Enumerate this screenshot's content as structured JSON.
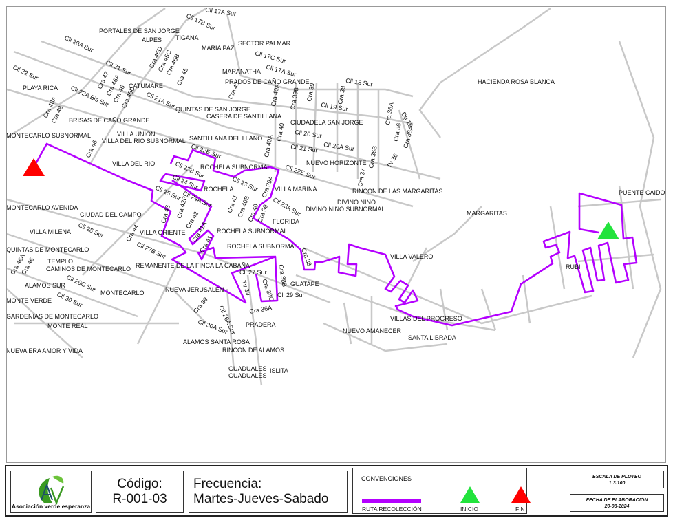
{
  "map": {
    "colors": {
      "route": "#b400ff",
      "start": "#22e33c",
      "end": "#ff0000",
      "streets": "#c8c8c8"
    },
    "neighborhoods": [
      "PORTALES DE SAN JORGE",
      "ALPES",
      "TIGANA",
      "MARIA PAZ",
      "SECTOR PALMAR",
      "MARANATHA",
      "PRADOS DE CAÑO GRANDE",
      "PLAYA RICA",
      "CATUMARE",
      "QUINTAS DE SAN JORGE",
      "CASERA DE SANTILLANA",
      "BRISAS DE CAÑO GRANDE",
      "CIUDADELA SAN JORGE",
      "MONTECARLO SUBNORMAL",
      "VILLA UNION",
      "VILLA DEL RIO SUBNORMAL",
      "SANTILLANA DEL LLANO",
      "NUEVO HORIZONTE",
      "VILLA DEL RIO",
      "ROCHELA SUBNORMAL",
      "ROCHELA",
      "VILLA MARINA",
      "RINCON DE LAS MARGARITAS",
      "DIVINO NIÑO",
      "DIVINO NIÑO SUBNORMAL",
      "MONTECARLO AVENIDA",
      "CIUDAD DEL CAMPO",
      "MARGARITAS",
      "PUENTE CAIDO",
      "FLORIDA",
      "VILLA MILENA",
      "ROCHELA SUBNORMAL",
      "VILLA ORIENTE",
      "QUINTAS DE MONTECARLO",
      "ROCHELA SUBNORMAL",
      "TEMPLO",
      "VILLA VALERO",
      "CAMINOS DE MONTECARLO",
      "REMANENTE DE LA FINCA LA CABAÑA",
      "RUBI",
      "ALAMOS SUR",
      "GUATAPE",
      "MONTECARLO",
      "NUEVA JERUSALEN",
      "MONTE VERDE",
      "GARDENIAS DE MONTECARLO",
      "VILLAS DEL PROGRESO",
      "MONTE REAL",
      "PRADERA",
      "NUEVO AMANECER",
      "SANTA LIBRADA",
      "ALAMOS SANTA ROSA",
      "RINCON DE ALAMOS",
      "NUEVA ERA AMOR Y VIDA",
      "GUADUALES",
      "ISLITA",
      "GUADUALES",
      "HACIENDA ROSA BLANCA"
    ],
    "streets": [
      "Cll 17A Sur",
      "Cll 17B Sur",
      "Cll 20A Sur",
      "Cll 21 Sur",
      "Cll 22 Sur",
      "Cra 47",
      "Cra 46A",
      "Cra 46",
      "Cra 45D",
      "Cra 45D",
      "Cra 45C",
      "Cra 45B",
      "Cra 45",
      "Cll 22A Bis Sur",
      "Cll 21A Sur",
      "Cra 48A",
      "Cra 48",
      "Cll 17C Sur",
      "Cll 17A Sur",
      "Cll 18 Sur",
      "Cra 43",
      "Cra 40A",
      "Cra 39B",
      "Cra 39",
      "Cra 38",
      "Cll 19 Sur",
      "Cra 36A",
      "Dg 19",
      "Cra 36",
      "Cra 35A",
      "Tv 36",
      "Cll 20 Sur",
      "Cll 20A Sur",
      "Cll 21 Sur",
      "Cra 40A",
      "Cra 40",
      "Cra 36B",
      "Cra 37",
      "Cll 22E Sur",
      "Cll 22E Sur",
      "Cll 23B Sur",
      "Cll 24 Sur",
      "Cll 23 Sur",
      "Cra 39A",
      "Cll 23A Sur",
      "Cll 25 Sur",
      "Cll 24A Sur",
      "Cra 41",
      "Cra 40B",
      "Cra 40",
      "Cra 39",
      "Cra 43",
      "Cra 42B",
      "Cll 28 Sur",
      "Cra 44",
      "Cra 42",
      "Cra 41A",
      "Cra 41",
      "Cll 27B Sur",
      "Cra 38",
      "Cra 46A",
      "Cra 46",
      "Cll 29C Sur",
      "Cll 27 Sur",
      "Cra 38B",
      "Cll 30 Sur",
      "Tv 39",
      "Cra 38C",
      "Cll 29 Sur",
      "Cra 39",
      "Cll 26A Sur",
      "Cra 36A",
      "Cll 30A Sur",
      "Cra 46"
    ]
  },
  "legend": {
    "logo_text": "Asociación verde esperanza",
    "codigo_label": "Código:",
    "codigo_value": "R-001-03",
    "frecuencia_label": "Frecuencia:",
    "frecuencia_value": "Martes-Jueves-Sabado",
    "convenciones_title": "CONVENCIONES",
    "route_label": "RUTA RECOLECCIÓN",
    "start_label": "INICIO",
    "end_label": "FIN",
    "scale_title": "ESCALA DE PLOTEO",
    "scale_value": "1:3.100",
    "date_title": "FECHA DE ELABORACIÓN",
    "date_value": "20-08-2024"
  }
}
